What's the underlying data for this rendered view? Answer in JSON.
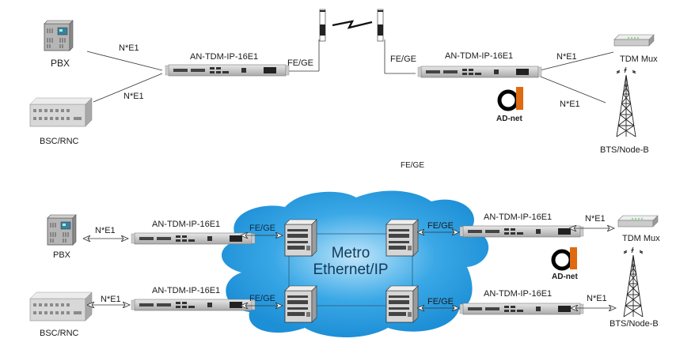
{
  "top": {
    "pbx": "PBX",
    "bsc": "BSC/RNC",
    "link_pbx": "N*E1",
    "link_bsc": "N*E1",
    "device_left": "AN-TDM-IP-16E1",
    "fege_left": "FE/GE",
    "fege_right": "FE/GE",
    "device_right": "AN-TDM-IP-16E1",
    "link_mux": "N*E1",
    "link_bts": "N*E1",
    "mux": "TDM Mux",
    "bts": "BTS/Node-B",
    "logo": "AD-net",
    "caption": "FE/GE"
  },
  "bottom": {
    "pbx": "PBX",
    "bsc": "BSC/RNC",
    "link_pbx": "N*E1",
    "link_bsc": "N*E1",
    "device_tl": "AN-TDM-IP-16E1",
    "device_bl": "AN-TDM-IP-16E1",
    "device_tr": "AN-TDM-IP-16E1",
    "device_br": "AN-TDM-IP-16E1",
    "fege_tl": "FE/GE",
    "fege_bl": "FE/GE",
    "fege_tr": "FE/GE",
    "fege_br": "FE/GE",
    "cloud_line1": "Metro",
    "cloud_line2": "Ethernet/IP",
    "link_mux": "N*E1",
    "link_bts": "N*E1",
    "mux": "TDM Mux",
    "bts": "BTS/Node-B",
    "logo": "AD-net"
  },
  "colors": {
    "cloud": "#2a9ee0",
    "cloud_light": "#9fd6f5",
    "logo_orange": "#e06a10",
    "line": "#333333"
  }
}
